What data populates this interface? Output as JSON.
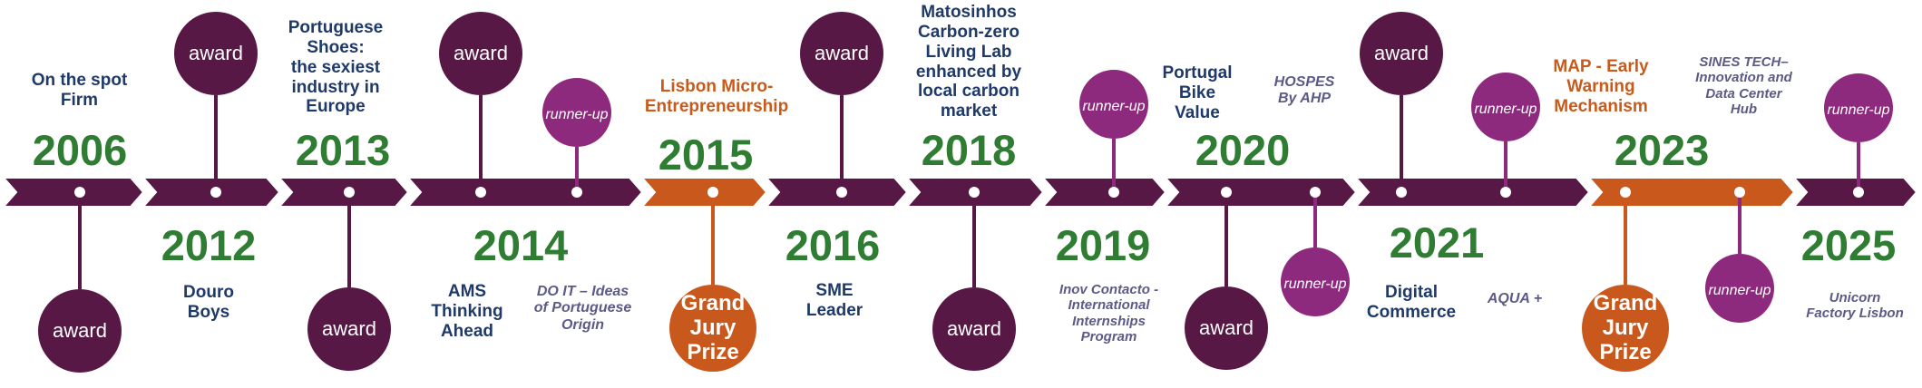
{
  "colors": {
    "award": "#571845",
    "runner_up": "#8e2a7e",
    "grand_jury": "#c8581c",
    "arrow": "#571845",
    "arrow_highlight": "#c8581c",
    "year": "#2e7d32",
    "label_navy": "#1f3a68",
    "label_orange": "#c85a1a",
    "label_italic": "#5c5a86"
  },
  "badges": {
    "award": "award",
    "runner_up": "runner-up",
    "grand_jury": [
      "Grand",
      "Jury",
      "Prize"
    ]
  },
  "years": [
    "2006",
    "2012",
    "2013",
    "2014",
    "2015",
    "2016",
    "2018",
    "2019",
    "2020",
    "2021",
    "2023",
    "2025"
  ],
  "labels": {
    "on_the_spot": "On the spot\nFirm",
    "douro_boys": "Douro\nBoys",
    "portuguese_shoes": "Portuguese\nShoes:\nthe sexiest\nindustry in\nEurope",
    "ams": "AMS\nThinking\nAhead",
    "do_it": "DO IT – Ideas\nof Portuguese\nOrigin",
    "lisbon_micro": "Lisbon Micro-\nEntrepreneurship",
    "sme_leader": "SME\nLeader",
    "matosinhos": "Matosinhos\nCarbon-zero\nLiving Lab\nenhanced by\nlocal carbon\nmarket",
    "inov_contacto": "Inov Contacto -\nInternational\nInternships\nProgram",
    "portugal_bike": "Portugal\nBike\nValue",
    "hospes": "HOSPES\nBy AHP",
    "digital_commerce": "Digital\nCommerce",
    "aqua": "AQUA +",
    "map": "MAP - Early\nWarning\nMechanism",
    "sines": "SINES TECH–\nInnovation and\nData Center\nHub",
    "unicorn": "Unicorn\nFactory Lisbon"
  }
}
